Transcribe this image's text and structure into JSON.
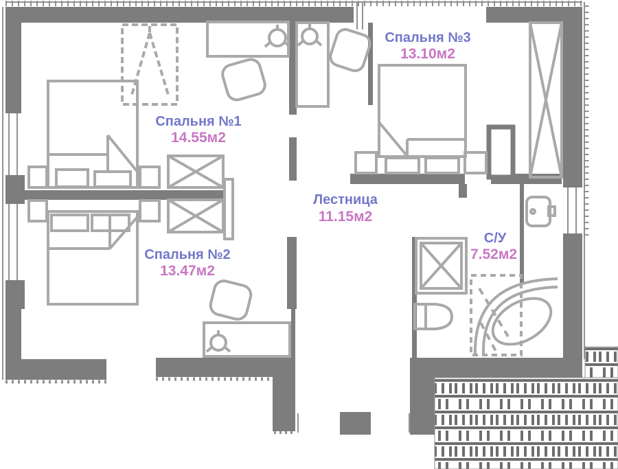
{
  "plan": {
    "background_color": "#ffffff",
    "wall_color": "#7d7d7d",
    "outline_color": "#929292",
    "furniture_color": "#a9a9a9",
    "hatch_color": "#6e6e6e",
    "room_name_color": "#7277c9",
    "room_area_color": "#c877c3",
    "rooms": [
      {
        "name": "Спальня №1",
        "area": "14.55м2"
      },
      {
        "name": "Спальня №2",
        "area": "13.47м2"
      },
      {
        "name": "Спальня №3",
        "area": "13.10м2"
      },
      {
        "name": "Лестница",
        "area": "11.15м2"
      },
      {
        "name": "С/У",
        "area": "7.52м2"
      }
    ]
  }
}
